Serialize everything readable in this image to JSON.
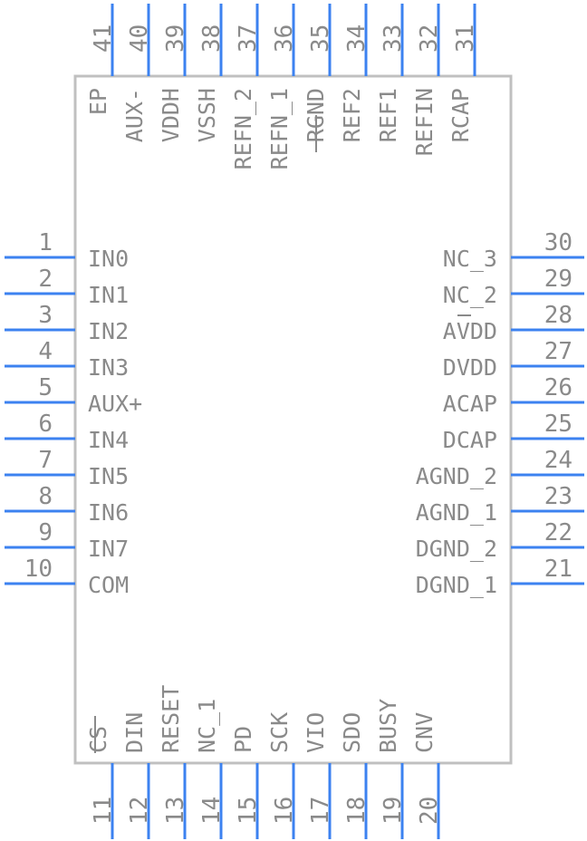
{
  "pins": {
    "left": [
      {
        "num": "1",
        "label": "IN0"
      },
      {
        "num": "2",
        "label": "IN1"
      },
      {
        "num": "3",
        "label": "IN2"
      },
      {
        "num": "4",
        "label": "IN3"
      },
      {
        "num": "5",
        "label": "AUX+"
      },
      {
        "num": "6",
        "label": "IN4"
      },
      {
        "num": "7",
        "label": "IN5"
      },
      {
        "num": "8",
        "label": "IN6"
      },
      {
        "num": "9",
        "label": "IN7"
      },
      {
        "num": "10",
        "label": "COM"
      }
    ],
    "right": [
      {
        "num": "30",
        "label": "NC_3"
      },
      {
        "num": "29",
        "label": "NC_2"
      },
      {
        "num": "28",
        "label": "AVDD"
      },
      {
        "num": "27",
        "label": "DVDD"
      },
      {
        "num": "26",
        "label": "ACAP"
      },
      {
        "num": "25",
        "label": "DCAP"
      },
      {
        "num": "24",
        "label": "AGND_2"
      },
      {
        "num": "23",
        "label": "AGND_1"
      },
      {
        "num": "22",
        "label": "DGND_2"
      },
      {
        "num": "21",
        "label": "DGND_1"
      }
    ],
    "top": [
      {
        "num": "41",
        "label": "EP"
      },
      {
        "num": "40",
        "label": "AUX-"
      },
      {
        "num": "39",
        "label": "VDDH"
      },
      {
        "num": "38",
        "label": "VSSH"
      },
      {
        "num": "37",
        "label": "REFN_2"
      },
      {
        "num": "36",
        "label": "REFN_1"
      },
      {
        "num": "35",
        "label": "RGND"
      },
      {
        "num": "34",
        "label": "REF2"
      },
      {
        "num": "33",
        "label": "REF1"
      },
      {
        "num": "32",
        "label": "REFIN"
      },
      {
        "num": "31",
        "label": "RCAP"
      }
    ],
    "bottom": [
      {
        "num": "11",
        "label": "CS"
      },
      {
        "num": "12",
        "label": "DIN"
      },
      {
        "num": "13",
        "label": "RESET"
      },
      {
        "num": "14",
        "label": "NC_1"
      },
      {
        "num": "15",
        "label": "PD"
      },
      {
        "num": "16",
        "label": "SCK"
      },
      {
        "num": "17",
        "label": "VIO"
      },
      {
        "num": "18",
        "label": "SDO"
      },
      {
        "num": "19",
        "label": "BUSY"
      },
      {
        "num": "20",
        "label": "CNV"
      }
    ]
  },
  "colors": {
    "pin": "#3c82f0",
    "body_outline": "#c0c0c0",
    "text": "#8a8a8a"
  }
}
